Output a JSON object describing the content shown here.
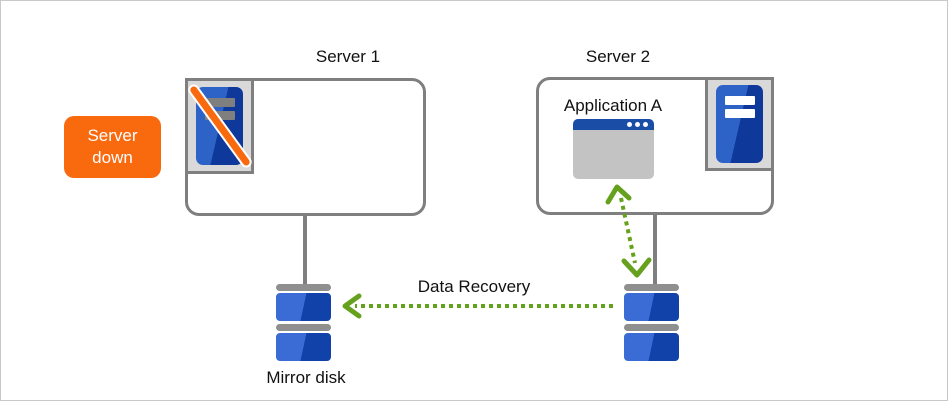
{
  "diagram": {
    "type": "failover-data-recovery-diagram",
    "badge": {
      "text": "Server\ndown",
      "color": "#f9690e",
      "text_color": "#ffffff"
    },
    "server1": {
      "title": "Server 1",
      "status": "down",
      "icon": "server-tower-crossed-icon"
    },
    "server2": {
      "title": "Server 2",
      "status": "running",
      "icon": "server-tower-icon",
      "application": {
        "label": "Application A",
        "icon": "application-window-icon"
      }
    },
    "disks": {
      "mirror_label": "Mirror disk",
      "icon": "disk-stack-icon",
      "count_per_stack": 2
    },
    "arrows": {
      "data_recovery_label": "Data Recovery",
      "data_recovery_direction": "right-disk-to-left-disk",
      "app_disk_link": "bidirectional-dotted-arrow",
      "color": "#66a11e",
      "style": "dotted"
    },
    "colors": {
      "box_border": "#7f7f7f",
      "icon_plate": "#d9d9d9",
      "tower_blue_light": "#2d62c6",
      "tower_blue_dark": "#0e389a",
      "disk_blue_light": "#3b6cd6",
      "disk_blue_dark": "#1142a9",
      "titlebar_blue": "#1a4da6",
      "accent_orange": "#f9690e",
      "accent_green": "#66a11e"
    }
  }
}
